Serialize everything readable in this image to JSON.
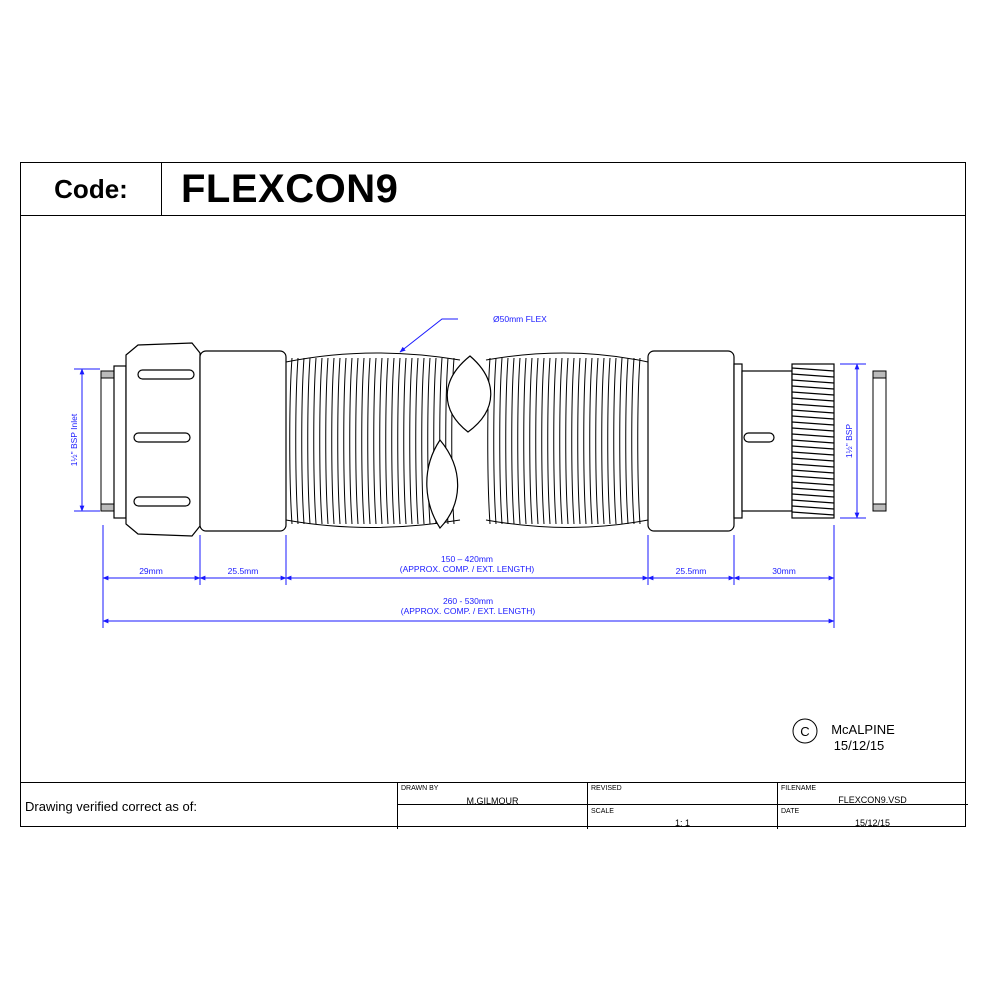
{
  "header": {
    "code_label": "Code:",
    "code_value": "FLEXCON9"
  },
  "drawing": {
    "flex_label": "Ø50mm FLEX",
    "inlet_label": "1½\" BSP Inlet",
    "outlet_label": "1½\" BSP",
    "dims": {
      "d1": "29mm",
      "d2": "25.5mm",
      "d3_line1": "150 – 420mm",
      "d3_line2": "(APPROX. COMP. / EXT. LENGTH)",
      "d4": "25.5mm",
      "d5": "30mm",
      "total_line1": "260 - 530mm",
      "total_line2": "(APPROX. COMP. / EXT. LENGTH)"
    },
    "line_color": "#1a1aff"
  },
  "copyright": {
    "symbol": "C",
    "company": "McALPINE",
    "date": "15/12/15"
  },
  "footer": {
    "verified": "Drawing verified  correct as of:",
    "drawn_by_label": "DRAWN BY",
    "drawn_by": "M.GILMOUR",
    "revised_label": "REVISED",
    "revised": "",
    "scale_label": "SCALE",
    "scale": "1: 1",
    "filename_label": "FILENAME",
    "filename": "FLEXCON9.VSD",
    "date_label": "DATE",
    "date": "15/12/15"
  }
}
